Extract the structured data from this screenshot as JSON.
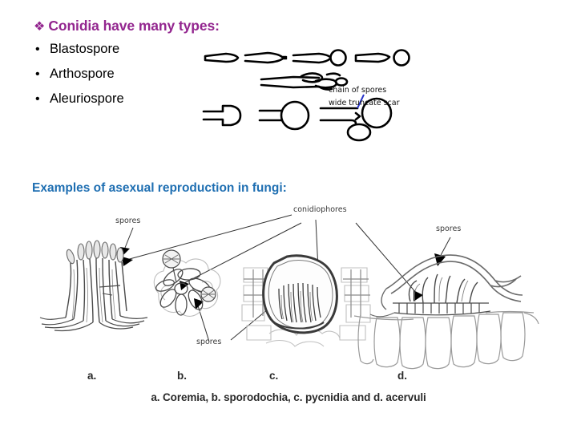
{
  "slide": {
    "title": {
      "bullet_glyph": "❖",
      "text": "Conidia have many types:",
      "color": "#93268F"
    },
    "conidia_types": [
      {
        "bullet_glyph": "•",
        "label": "Blastospore"
      },
      {
        "bullet_glyph": "•",
        "label": "Arthospore"
      },
      {
        "bullet_glyph": "•",
        "label": "Aleuriospore"
      }
    ],
    "spore_figure_labels": {
      "chain_of_spores": "chain of spores",
      "wide_truncate_scar": "wide truncate scar",
      "scar_leader_color": "#2430C8"
    },
    "section_heading": {
      "text": "Examples of asexual reproduction in fungi:",
      "color": "#1F6FB2"
    },
    "fungi_figure": {
      "annotations": {
        "spores_left": "spores",
        "conidiophores": "conidiophores",
        "spores_right": "spores",
        "spores_bottom": "spores"
      },
      "panel_letters": {
        "a": "a.",
        "b": "b.",
        "c": "c.",
        "d": "d."
      },
      "caption": "a. Coremia,  b. sporodochia,  c. pycnidia and d. acervuli"
    }
  }
}
